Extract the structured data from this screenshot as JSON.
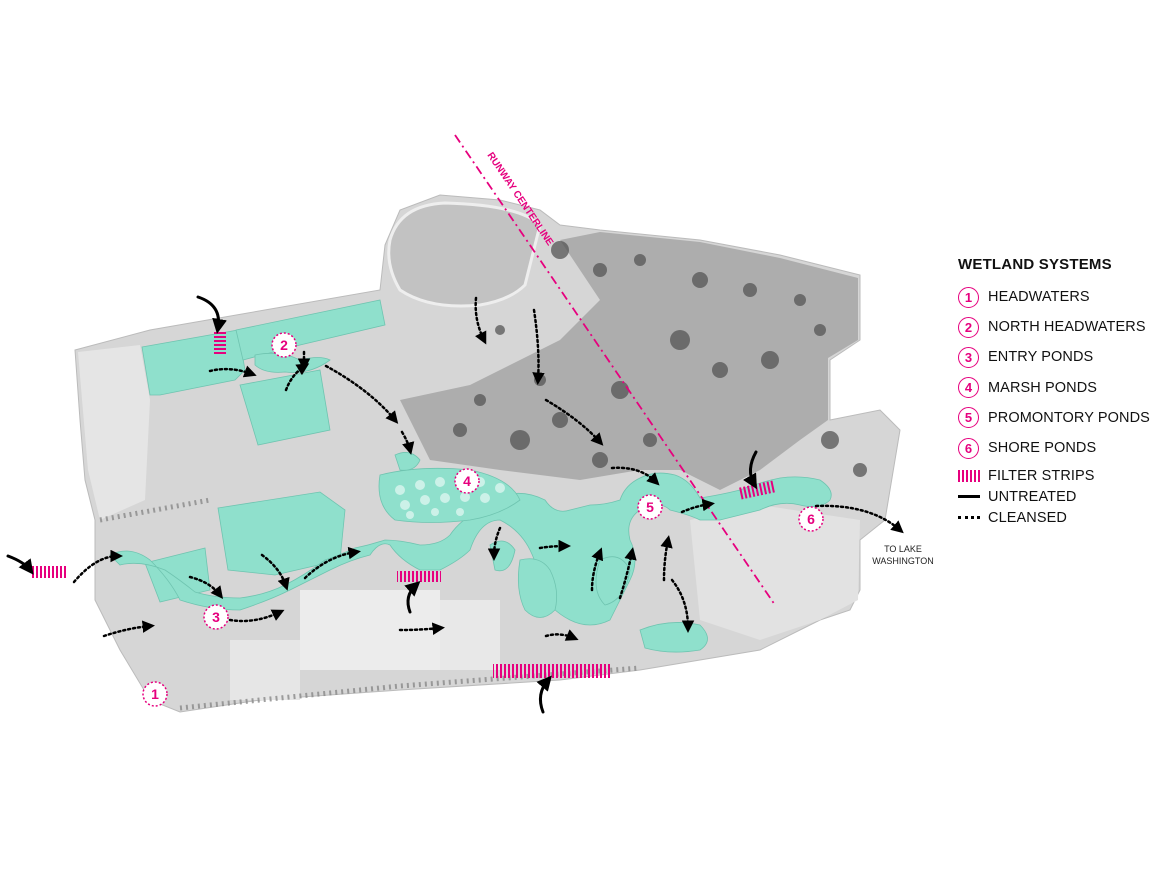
{
  "map": {
    "runway_label": "RUNWAY CENTERLINE",
    "destination_label_line1": "TO LAKE",
    "destination_label_line2": "WASHINGTON",
    "markers": [
      "1",
      "2",
      "3",
      "4",
      "5",
      "6"
    ]
  },
  "legend": {
    "title": "WETLAND SYSTEMS",
    "systems": [
      {
        "number": "1",
        "label": "HEADWATERS"
      },
      {
        "number": "2",
        "label": "NORTH HEADWATERS"
      },
      {
        "number": "3",
        "label": "ENTRY PONDS"
      },
      {
        "number": "4",
        "label": "MARSH PONDS"
      },
      {
        "number": "5",
        "label": "PROMONTORY PONDS"
      },
      {
        "number": "6",
        "label": "SHORE PONDS"
      }
    ],
    "symbols": [
      {
        "icon": "filter-strip-icon",
        "label": "FILTER STRIPS"
      },
      {
        "icon": "untreated-line-icon",
        "label": "UNTREATED"
      },
      {
        "icon": "cleansed-line-icon",
        "label": "CLEANSED"
      }
    ]
  },
  "colors": {
    "accent": "#e6007e",
    "water": "#8fe0cc",
    "land": "#cfcfcf",
    "vegetation": "#555555"
  }
}
